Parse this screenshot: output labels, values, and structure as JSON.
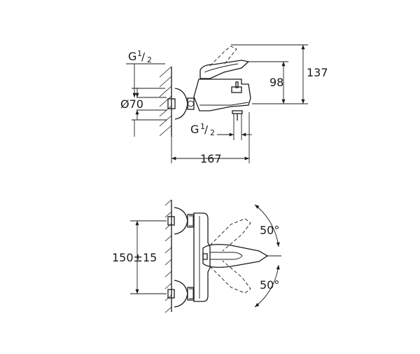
{
  "side_view": {
    "thread_top": {
      "letter": "G",
      "num": "1",
      "den": "2"
    },
    "diameter": "Ø70",
    "thread_bottom": {
      "letter": "G",
      "num": "1",
      "den": "2"
    },
    "height_outlet": "98",
    "height_total": "137",
    "projection": "167"
  },
  "top_view": {
    "centers": "150±15",
    "angle_upper": "50°",
    "angle_lower": "50°"
  },
  "colors": {
    "line": "#1a1a1a",
    "background": "#ffffff"
  }
}
